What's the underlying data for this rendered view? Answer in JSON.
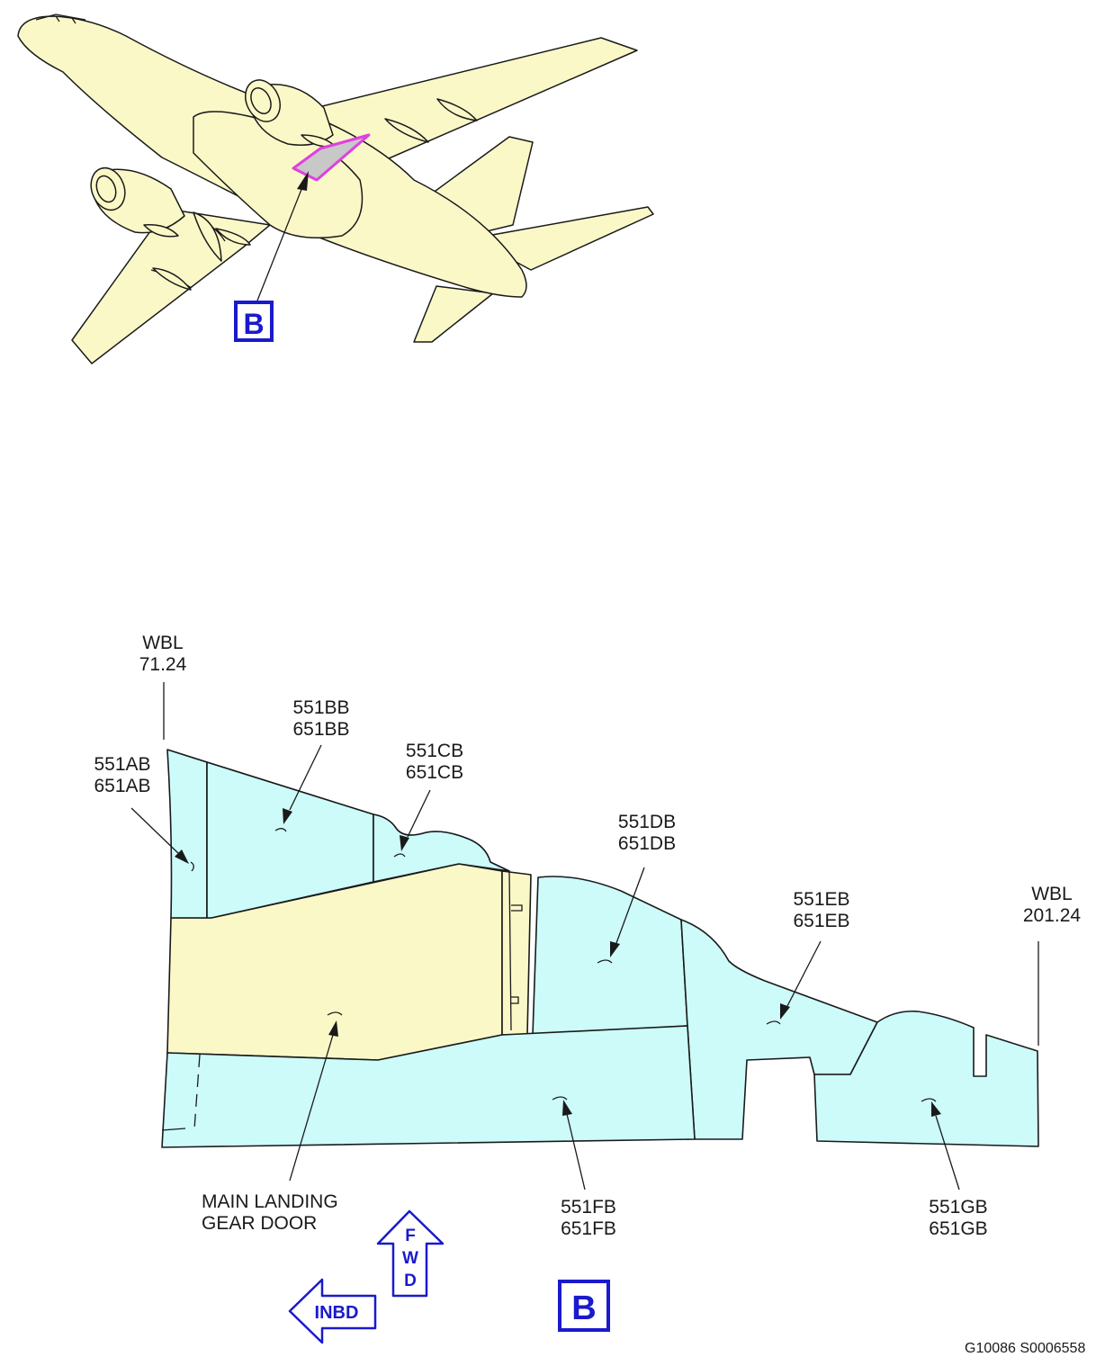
{
  "view_callout": "B",
  "wbl_inboard": {
    "title": "WBL",
    "value": "71.24"
  },
  "wbl_outboard": {
    "title": "WBL",
    "value": "201.24"
  },
  "panels": {
    "ab": [
      "551AB",
      "651AB"
    ],
    "bb": [
      "551BB",
      "651BB"
    ],
    "cb": [
      "551CB",
      "651CB"
    ],
    "db": [
      "551DB",
      "651DB"
    ],
    "eb": [
      "551EB",
      "651EB"
    ],
    "fb": [
      "551FB",
      "651FB"
    ],
    "gb": [
      "551GB",
      "651GB"
    ]
  },
  "mlg_door": [
    "MAIN LANDING",
    "GEAR DOOR"
  ],
  "fwd_arrow": [
    "F",
    "W",
    "D"
  ],
  "inbd_arrow": "INBD",
  "figure_id": "G10086 S0006558",
  "colors": {
    "aircraft": "#fbf8c8",
    "panel": "#ccfbfa",
    "gear_door": "#fbf8c8",
    "highlight": "#e040e0",
    "callout_blue": "#1a1acc"
  }
}
